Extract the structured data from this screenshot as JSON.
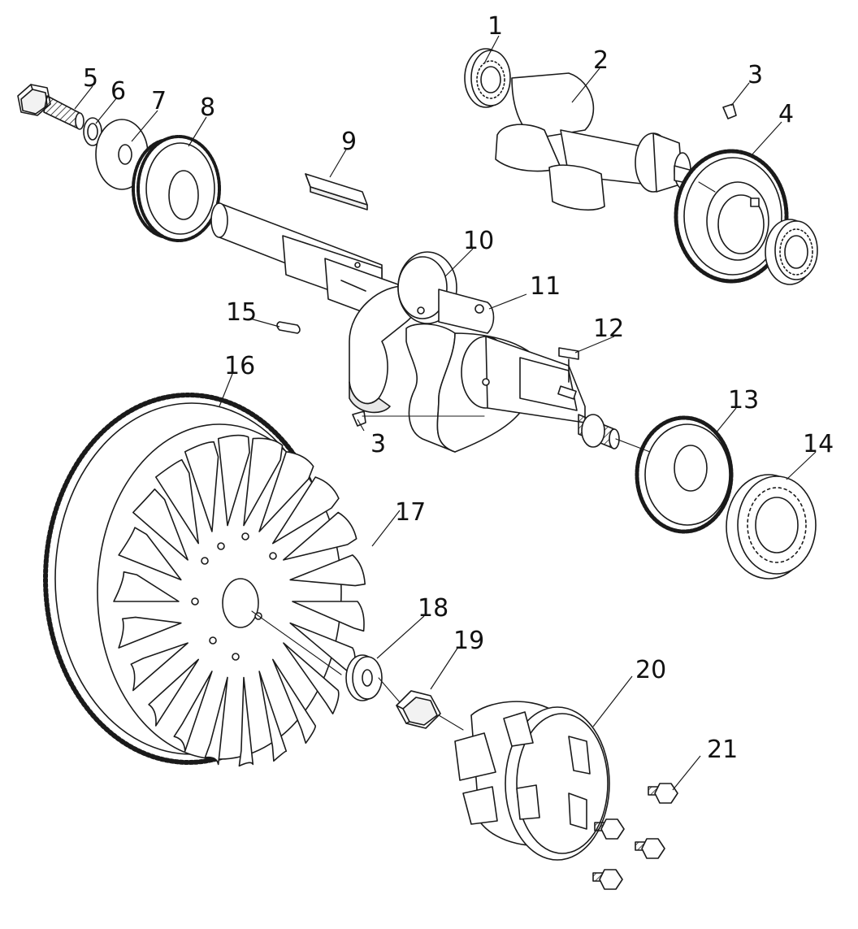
{
  "callouts": [
    {
      "id": "1",
      "label": "1"
    },
    {
      "id": "2",
      "label": "2"
    },
    {
      "id": "3a",
      "label": "3"
    },
    {
      "id": "4",
      "label": "4"
    },
    {
      "id": "5",
      "label": "5"
    },
    {
      "id": "6",
      "label": "6"
    },
    {
      "id": "7",
      "label": "7"
    },
    {
      "id": "8",
      "label": "8"
    },
    {
      "id": "9",
      "label": "9"
    },
    {
      "id": "10",
      "label": "10"
    },
    {
      "id": "11",
      "label": "11"
    },
    {
      "id": "12",
      "label": "12"
    },
    {
      "id": "3b",
      "label": "3"
    },
    {
      "id": "13",
      "label": "13"
    },
    {
      "id": "14",
      "label": "14"
    },
    {
      "id": "15",
      "label": "15"
    },
    {
      "id": "16",
      "label": "16"
    },
    {
      "id": "17",
      "label": "17"
    },
    {
      "id": "18",
      "label": "18"
    },
    {
      "id": "19",
      "label": "19"
    },
    {
      "id": "20",
      "label": "20"
    },
    {
      "id": "21",
      "label": "21"
    }
  ],
  "colors": {
    "line": "#1a1a1a",
    "fill": "#ffffff",
    "shade": "#e8e8e8"
  }
}
